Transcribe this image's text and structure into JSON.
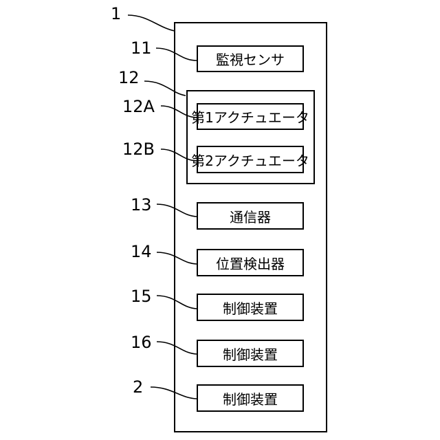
{
  "labels": {
    "device": "1",
    "monitor_sensor": "11",
    "actuator_group": "12",
    "actuator_1": "12A",
    "actuator_2": "12B",
    "communicator": "13",
    "position_detector": "14",
    "control_15": "15",
    "control_16": "16",
    "control_2": "2"
  },
  "blocks": {
    "monitor_sensor": "監視センサ",
    "actuator_1": "第1アクチュエータ",
    "actuator_2": "第2アクチュエータ",
    "communicator": "通信器",
    "position_detector": "位置検出器",
    "control_15": "制御装置",
    "control_16": "制御装置",
    "control_2": "制御装置"
  }
}
